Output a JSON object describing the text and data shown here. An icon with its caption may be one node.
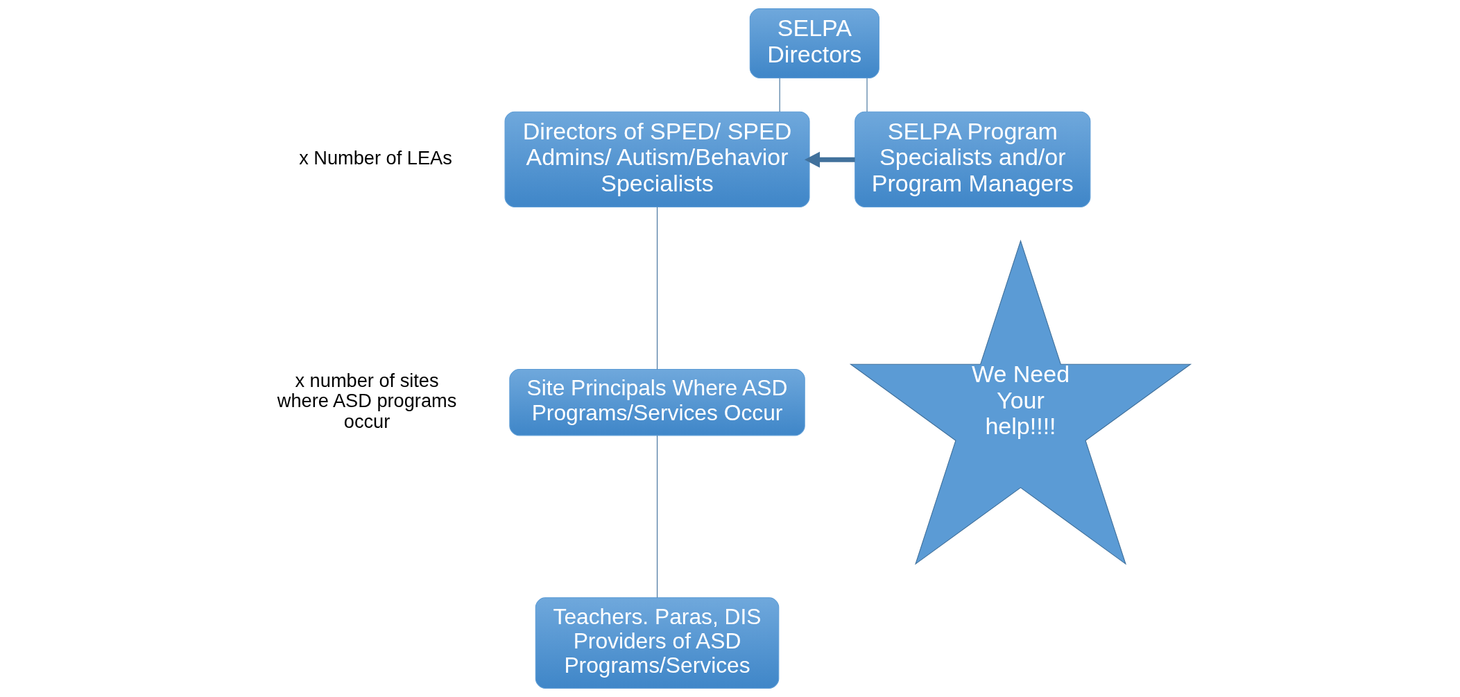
{
  "diagram": {
    "nodes": [
      {
        "text": [
          "SELPA Directors"
        ]
      },
      {
        "text": [
          "Directors of SPED/ SPED Admins/ Autism/Behavior Specialists"
        ],
        "beside": [
          "x Number of LEAs"
        ]
      },
      {
        "text": [
          "SELPA Program Specialists and/or Program Managers"
        ]
      },
      {
        "text": [
          "Site Principals Where ASD Programs/Services Occur"
        ],
        "beside": [
          "x number of sites where ASD programs occur"
        ]
      },
      {
        "text": [
          "Teachers. Paras, DIS Providers of ASD Programs/Services"
        ]
      },
      {
        "text": [
          "We Need Your help!!!!"
        ]
      }
    ],
    "edges": [
      {
        "from": 0,
        "to": 1,
        "arrow": "none"
      },
      {
        "from": 0,
        "to": 2,
        "arrow": "none"
      },
      {
        "from": 2,
        "to": 1,
        "arrow": "to",
        "style": "thick"
      },
      {
        "from": 1,
        "to": 3,
        "arrow": "none"
      },
      {
        "from": 3,
        "to": 4,
        "arrow": "none"
      }
    ]
  }
}
